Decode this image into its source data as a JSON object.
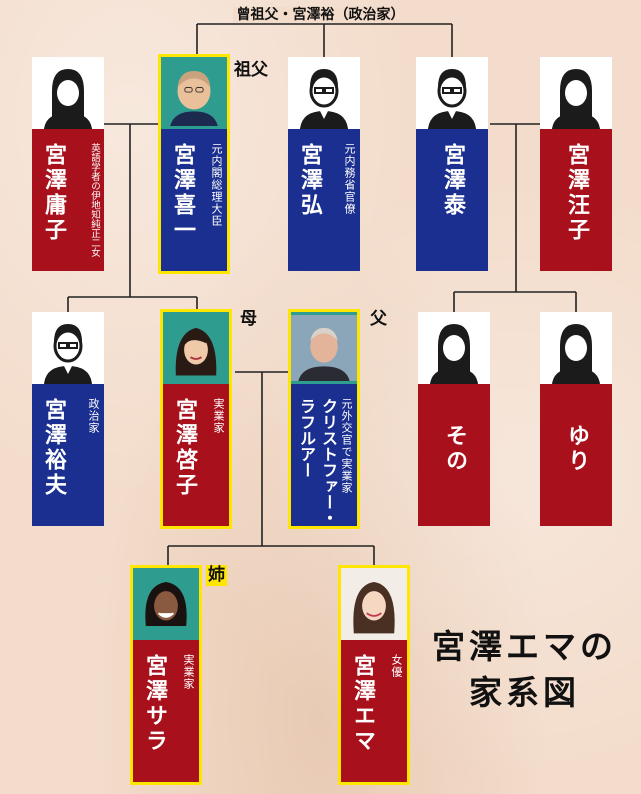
{
  "header": {
    "title": "曾祖父・宮澤裕（政治家）"
  },
  "labels": {
    "grandfather": "祖父",
    "mother": "母",
    "father": "父",
    "sister": "姉"
  },
  "people": [
    {
      "id": "yoko",
      "name": "宮澤庸子",
      "role": "英語学者の伊地知純正二女"
    },
    {
      "id": "kiichi",
      "name": "宮澤喜一",
      "role": "元内閣総理大臣"
    },
    {
      "id": "hiroshi",
      "name": "宮澤弘",
      "role": "元内務省官僚"
    },
    {
      "id": "yasushi",
      "name": "宮澤泰",
      "role": ""
    },
    {
      "id": "oko",
      "name": "宮澤汪子",
      "role": ""
    },
    {
      "id": "hiroo",
      "name": "宮澤裕夫",
      "role": "政治家"
    },
    {
      "id": "keiko",
      "name": "宮澤啓子",
      "role": "実業家"
    },
    {
      "id": "christopher",
      "name": "クリストファー・ラフルアー",
      "role": "元外交官で実業家"
    },
    {
      "id": "sono",
      "name": "その",
      "role": ""
    },
    {
      "id": "yuri",
      "name": "ゆり",
      "role": ""
    },
    {
      "id": "sara",
      "name": "宮澤サラ",
      "role": "実業家"
    },
    {
      "id": "emma",
      "name": "宮澤エマ",
      "role": "女優"
    }
  ],
  "caption": {
    "line1": "宮澤エマの",
    "line2": "家系図"
  },
  "colors": {
    "red": "#a8101c",
    "navy": "#1a2f8f",
    "highlight": "#ffe600",
    "photo_bg": "#2e9c8e"
  }
}
